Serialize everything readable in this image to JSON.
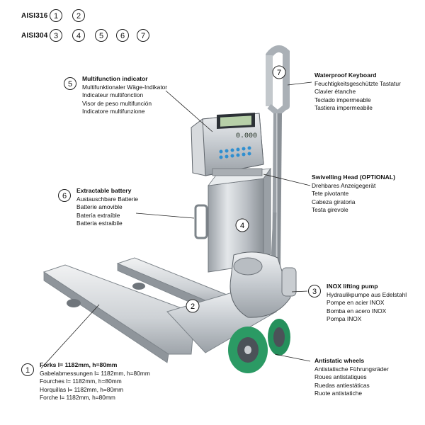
{
  "legend": {
    "aisi316": {
      "label": "AISI316",
      "numbers": [
        "1",
        "2"
      ]
    },
    "aisi304": {
      "label": "AISI304",
      "numbers": [
        "3",
        "4",
        "5",
        "6",
        "7"
      ]
    }
  },
  "annotations": {
    "multifunction": {
      "number": "5",
      "title": "Multifunction indicator",
      "lines": [
        "Multifunktionaler Wäge-Indikator",
        "Indicateur multifonction",
        "Visor de peso multifunción",
        "Indicatore multifunzione"
      ]
    },
    "keyboard": {
      "number": "7",
      "title": "Waterproof Keyboard",
      "lines": [
        "Feuchtigkeitsgeschützte Tastatur",
        "Clavier étanche",
        "Teclado impermeable",
        "Tastiera impermeabile"
      ]
    },
    "swivelling": {
      "title": "Swivelling Head (OPTIONAL)",
      "lines": [
        "Drehbares Anzeigegerät",
        "Tete pivotante",
        "Cabeza giratoria",
        "Testa girevole"
      ]
    },
    "battery": {
      "number": "6",
      "title": "Extractable battery",
      "lines": [
        "Austauschbare Batterie",
        "Batterie amovible",
        "Batería extraíble",
        "Batteria estraibile"
      ]
    },
    "pump": {
      "number": "3",
      "title": "INOX lifting pump",
      "lines": [
        "Hydraulikpumpe aus Edelstahl",
        "Pompe en acier INOX",
        "Bomba en acero INOX",
        "Pompa INOX"
      ]
    },
    "forks": {
      "number": "1",
      "title": "Forks l= 1182mm, h=80mm",
      "lines": [
        "Gabelabmessungen l= 1182mm, h=80mm",
        "Fourches l= 1182mm, h=80mm",
        "Horquillas l= 1182mm, h=80mm",
        "Forche l= 1182mm, h=80mm"
      ]
    },
    "wheels": {
      "title": "Antistatic wheels",
      "lines": [
        "Antistatische Führungsräder",
        "Roues antistatiques",
        "Ruedas antiestáticas",
        "Ruote antistatiche"
      ]
    }
  },
  "drawing_callouts": {
    "column": "4",
    "fork_chassis": "2"
  },
  "display": {
    "readout": "0.000"
  }
}
